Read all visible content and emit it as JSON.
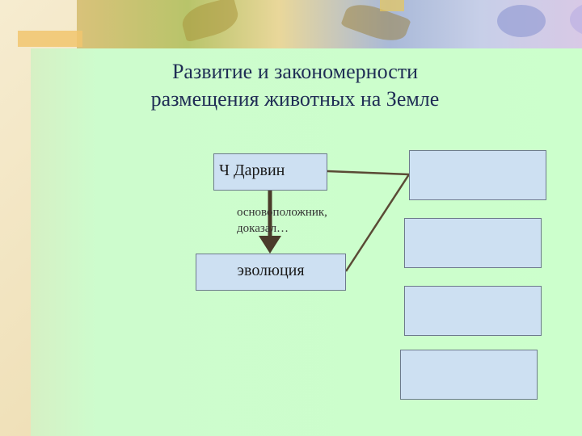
{
  "title": {
    "line1": "Развитие и закономерности",
    "line2": "размещения животных на Земле"
  },
  "diagram": {
    "darwin_label": "Ч Дарвин",
    "evolution_label": "эволюция",
    "caption_line1": "основоположник,",
    "caption_line2": "доказал…",
    "right_boxes": [
      "",
      "",
      "",
      ""
    ]
  },
  "colors": {
    "title": "#1f2d55",
    "box_fill": "#cde0f2",
    "panel": "#ccffcc",
    "connector": "#5a4a35",
    "arrow": "#4a3b2a"
  }
}
